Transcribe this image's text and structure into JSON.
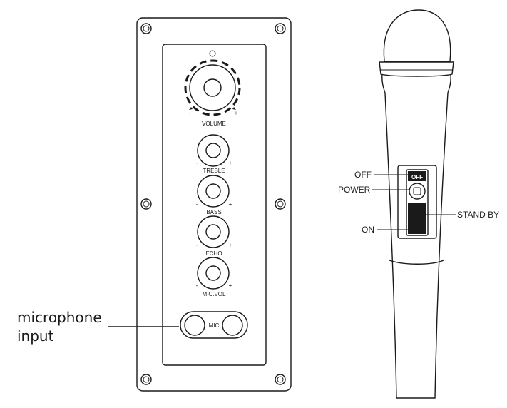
{
  "panel": {
    "knobs": [
      {
        "label": "VOLUME"
      },
      {
        "label": "TREBLE"
      },
      {
        "label": "BASS"
      },
      {
        "label": "ECHO"
      },
      {
        "label": "MIC.VOL"
      }
    ],
    "minus": "-",
    "plus": "+",
    "mic_jack_label": "MIC",
    "callout_line1": "microphone",
    "callout_line2": "input"
  },
  "microphone": {
    "switch_cap_text": "OFF",
    "labels": {
      "off": "OFF",
      "power": "POWER",
      "on": "ON",
      "standby": "STAND BY"
    }
  }
}
